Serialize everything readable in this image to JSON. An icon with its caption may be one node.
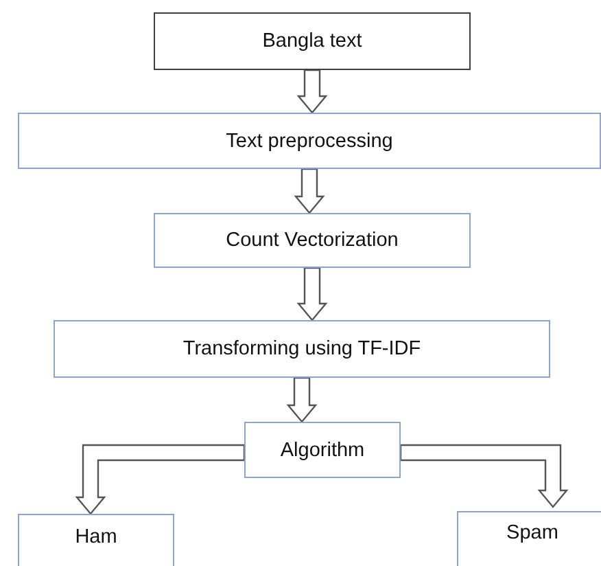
{
  "diagram": {
    "nodes": [
      {
        "text": [
          "Bangla text"
        ]
      },
      {
        "text": [
          "Text preprocessing"
        ]
      },
      {
        "text": [
          "Count Vectorization"
        ]
      },
      {
        "text": [
          "Transforming using TF-IDF"
        ]
      },
      {
        "text": [
          "Algorithm"
        ]
      },
      {
        "text": [
          "Ham"
        ]
      },
      {
        "text": [
          "Spam"
        ]
      }
    ],
    "edges": [
      {
        "from": 0,
        "to": 1,
        "arrow": "to"
      },
      {
        "from": 1,
        "to": 2,
        "arrow": "to"
      },
      {
        "from": 2,
        "to": 3,
        "arrow": "to"
      },
      {
        "from": 3,
        "to": 4,
        "arrow": "to"
      },
      {
        "from": 4,
        "to": 5,
        "arrow": "to"
      },
      {
        "from": 4,
        "to": 6,
        "arrow": "to"
      }
    ]
  }
}
